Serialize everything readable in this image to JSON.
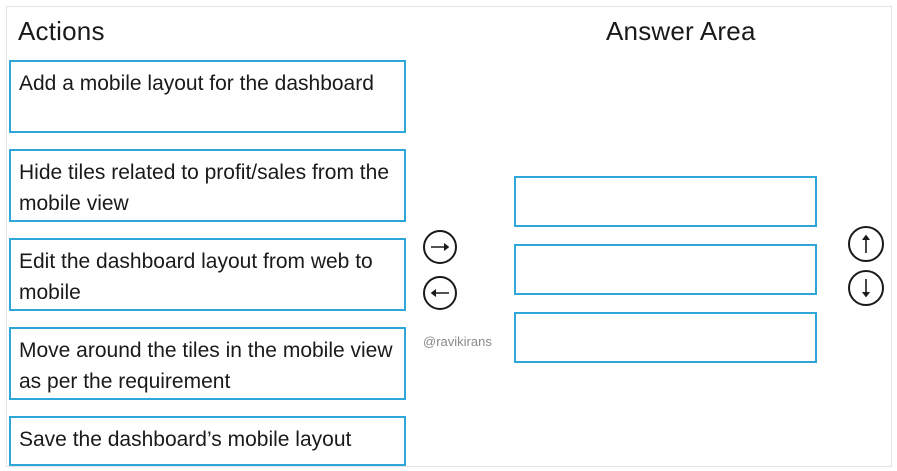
{
  "headings": {
    "actions": "Actions",
    "answer_area": "Answer Area"
  },
  "actions": [
    {
      "label": "Add a mobile layout for the dashboard"
    },
    {
      "label": "Hide tiles related to profit/sales from the mobile view"
    },
    {
      "label": "Edit the dashboard layout from web to mobile"
    },
    {
      "label": "Move around the tiles in the mobile view as per the requirement"
    },
    {
      "label": "Save the dashboard’s mobile layout"
    }
  ],
  "answer_slots": [
    "",
    "",
    ""
  ],
  "watermark": "@ravikirans",
  "controls": {
    "move_right_icon": "arrow-right-icon",
    "move_left_icon": "arrow-left-icon",
    "move_up_icon": "arrow-up-icon",
    "move_down_icon": "arrow-down-icon"
  },
  "colors": {
    "box_border": "#2ea7d8",
    "text": "#1a1a1a",
    "watermark": "#8a8a8a"
  }
}
